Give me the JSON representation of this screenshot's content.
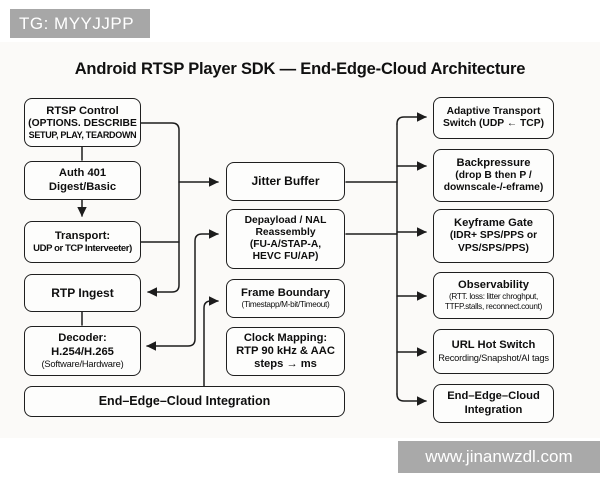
{
  "badge": {
    "text": "TG: MYYJJPP"
  },
  "title": "Android RTSP Player SDK — End-Edge-Cloud Architecture",
  "watermark": {
    "text": "www.jinanwzdl.com"
  },
  "colors": {
    "line": "#1c1c1c",
    "box_border": "#1f1f1f",
    "badge_bg": "#a7a7a7",
    "watermark_bg": "#a9a9a9",
    "paper_bg": "#fbfaf8"
  },
  "nodes": {
    "rtsp_control": {
      "lines": [
        "RTSP Control",
        "(OPTIONS. DESCRIBE",
        "SETUP, PLAY, TEARDOWN"
      ]
    },
    "auth": {
      "lines": [
        "Auth 401",
        "Digest/Basic"
      ]
    },
    "transport": {
      "lines": [
        "Transport:",
        "UDP or TCP Interveeter)"
      ]
    },
    "rtp_ingest": {
      "lines": [
        "RTP Ingest"
      ]
    },
    "decoder": {
      "lines": [
        "Decoder:",
        "H.254/H.265",
        "(Software/Hardware)"
      ]
    },
    "integration": {
      "lines": [
        "End–Edge–Cloud Integration"
      ]
    },
    "jitter_buffer": {
      "lines": [
        "Jitter Buffer"
      ]
    },
    "depayload": {
      "lines": [
        "Depayload / NAL",
        "Reassembly",
        "(FU-A/STAP-A,",
        "HEVC FU/AP)"
      ]
    },
    "frame_boundary": {
      "lines": [
        "Frame Boundary",
        "(Timestapp/M-bit/Timeout)"
      ]
    },
    "clock_mapping": {
      "lines": [
        "Clock Mapping:",
        "RTP 90 kHz & AAC",
        "steps → ms"
      ]
    },
    "adaptive_switch": {
      "lines": [
        "Adaptive Transport",
        "Switch (UDP ← TCP)"
      ]
    },
    "backpressure": {
      "lines": [
        "Backpressure",
        "(drop B then P /",
        "downscale-/-eframe)"
      ]
    },
    "keyframe_gate": {
      "lines": [
        "Keyframe Gate",
        "(IDR+ SPS/PPS or",
        "VPS/SPS/PPS)"
      ]
    },
    "observability": {
      "lines": [
        "Observability",
        "(RTT. loss: litter chroghput,",
        "TTFP.stalls, reconnect.count)"
      ]
    },
    "url_hot_switch": {
      "lines": [
        "URL Hot Switch",
        "Recording/Snapshot/AI tags"
      ]
    },
    "end_edge_cloud": {
      "lines": [
        "End–Edge–Cloud",
        "Integration"
      ]
    }
  },
  "edges": [
    {
      "from": "rtsp_control",
      "to": "auth"
    },
    {
      "from": "auth",
      "to": "transport"
    },
    {
      "from": "rtp_ingest",
      "to": "decoder"
    },
    {
      "from": "rtsp_control",
      "to": "rtp_ingest"
    },
    {
      "from": "rtsp_control",
      "to": "jitter_buffer"
    },
    {
      "from": "transport",
      "to": "jitter_buffer"
    },
    {
      "from": "depayload",
      "to": "decoder"
    },
    {
      "from": "integration",
      "to": "frame_boundary"
    },
    {
      "from": "jitter_buffer",
      "to": "adaptive_switch"
    },
    {
      "from": "jitter_buffer",
      "to": "backpressure"
    },
    {
      "from": "depayload",
      "to": "keyframe_gate"
    },
    {
      "from": "depayload",
      "to": "observability"
    },
    {
      "from": "depayload",
      "to": "url_hot_switch"
    },
    {
      "from": "depayload",
      "to": "end_edge_cloud"
    }
  ]
}
